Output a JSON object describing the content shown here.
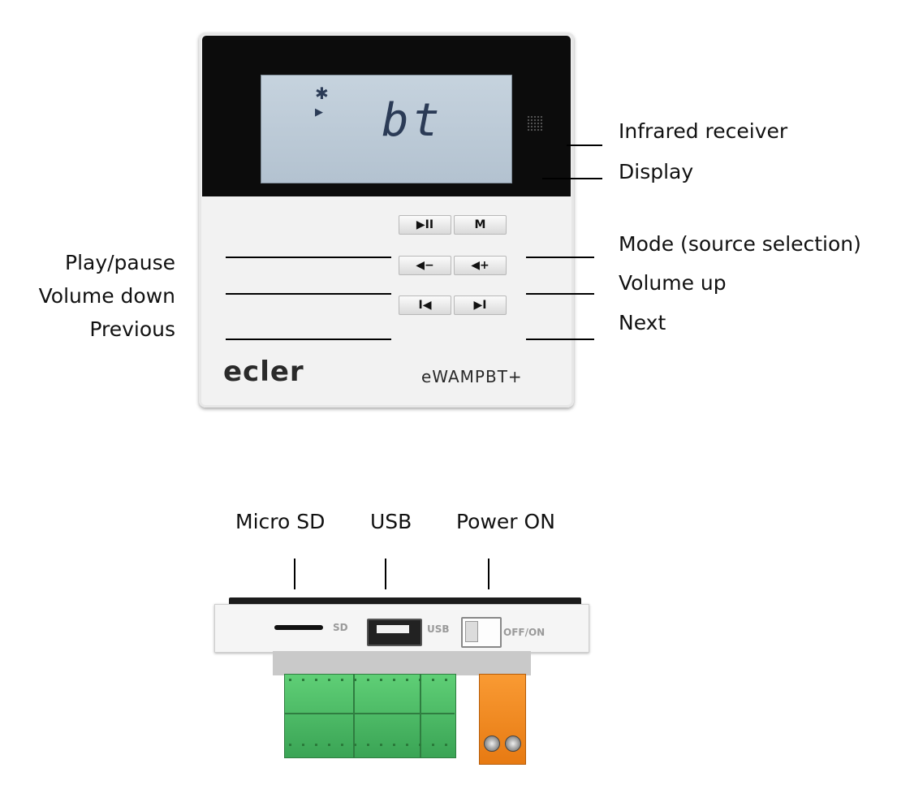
{
  "front_panel": {
    "lcd_text": "bt",
    "brand": "ecler",
    "model": "eWAMPBT+",
    "buttons": {
      "play_pause": "▶II",
      "mode": "M",
      "volume_down": "◀−",
      "volume_up": "◀+",
      "previous": "I◀",
      "next": "▶I"
    }
  },
  "callouts": {
    "infrared_receiver": "Infrared receiver",
    "display": "Display",
    "mode": "Mode (source selection)",
    "volume_up": "Volume up",
    "next": "Next",
    "play_pause": "Play/pause",
    "volume_down": "Volume down",
    "previous": "Previous"
  },
  "bottom_view": {
    "callouts": {
      "micro_sd": "Micro SD",
      "usb": "USB",
      "power_on": "Power ON"
    },
    "markings": {
      "sd": "SD",
      "usb": "USB",
      "off_on": "OFF/ON"
    }
  },
  "colors": {
    "lcd_background": "#bfcdd9",
    "lcd_text": "#2b3b56",
    "terminal_green": "#4cbc63",
    "terminal_orange": "#f08a22"
  }
}
